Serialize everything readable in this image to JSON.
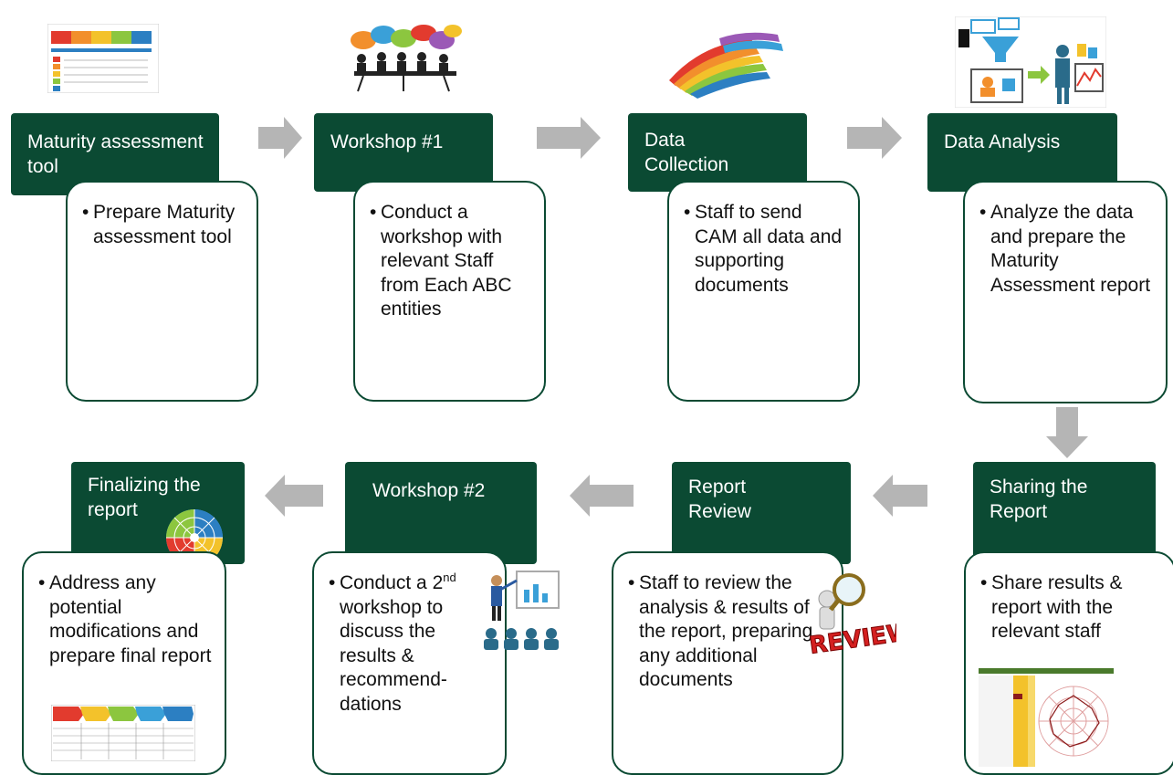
{
  "steps": [
    {
      "id": "maturity",
      "title": "Maturity assessment tool",
      "bullet": "Prepare Maturity assessment tool"
    },
    {
      "id": "workshop1",
      "title": "Workshop #1",
      "bullet": "Conduct a workshop with relevant Staff from Each ABC entities"
    },
    {
      "id": "data-collection",
      "title": "Data Collection",
      "bullet": "Staff to send CAM all data and supporting documents"
    },
    {
      "id": "data-analysis",
      "title": "Data Analysis",
      "bullet": "Analyze the data and prepare the Maturity Assessment report"
    },
    {
      "id": "sharing",
      "title": "Sharing the Report",
      "bullet": "Share results & report with the relevant staff"
    },
    {
      "id": "report-review",
      "title": "Report Review",
      "bullet": "Staff to review the analysis & results of the report, preparing any additional documents"
    },
    {
      "id": "workshop2",
      "title": "Workshop #2",
      "bullet_pre": "Conduct a 2",
      "bullet_sup": "nd",
      "bullet_post": " workshop to discuss the results & recommend- dations"
    },
    {
      "id": "finalizing",
      "title": "Finalizing the report",
      "bullet": "Address any potential modifications and prepare final report"
    }
  ],
  "review_stamp": "REVIEW",
  "colors": {
    "header": "#0b4a33",
    "arrow": "#b5b5b5",
    "border": "#0b4a33"
  }
}
